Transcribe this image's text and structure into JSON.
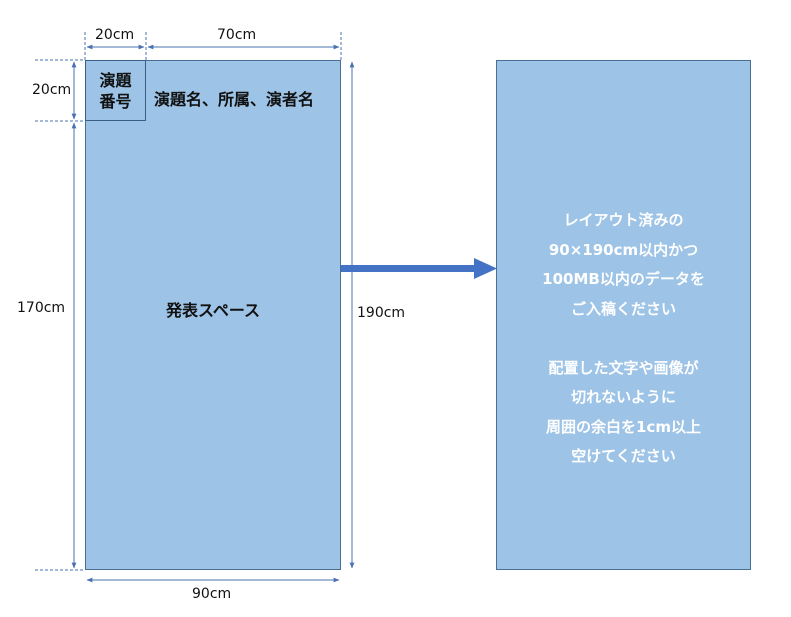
{
  "dimensions": {
    "top_left_width": "20cm",
    "top_right_width": "70cm",
    "title_row_height": "20cm",
    "body_height": "170cm",
    "total_height": "190cm",
    "total_width": "90cm"
  },
  "left_panel": {
    "number_box_line1": "演題",
    "number_box_line2": "番号",
    "title_row": "演題名、所属、演者名",
    "space_label": "発表スペース"
  },
  "right_panel": {
    "lines": [
      "レイアウト済みの",
      "90×190cm以内かつ",
      "100MB以内のデータを",
      "ご入稿ください",
      "",
      "配置した文字や画像が",
      "切れないように",
      "周囲の余白を1cm以上",
      "空けてください"
    ]
  },
  "colors": {
    "panel_fill": "#9dc3e6",
    "dimension_line": "#4a72b0",
    "arrow": "#4472c4",
    "note_text": "#ffffff"
  }
}
